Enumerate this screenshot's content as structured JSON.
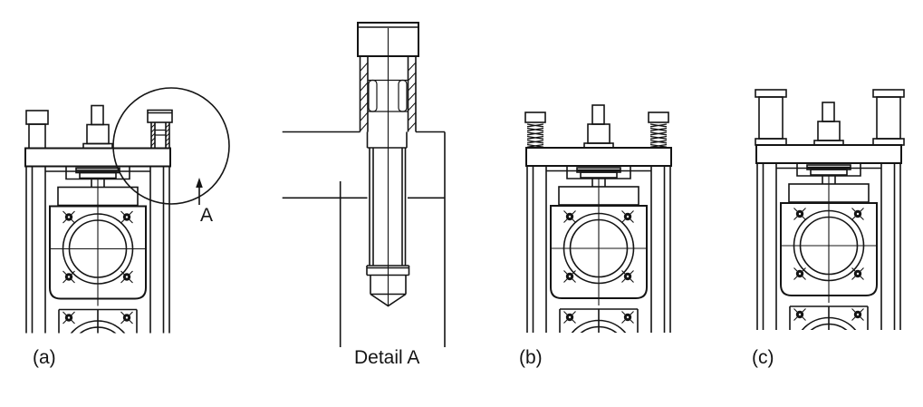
{
  "panels": {
    "a": {
      "label": "(a)"
    },
    "b": {
      "label": "(b)"
    },
    "c": {
      "label": "(c)"
    }
  },
  "detail": {
    "label": "Detail A"
  },
  "callout": {
    "label": "A"
  },
  "colors": {
    "line": "#141414",
    "background": "#ffffff"
  }
}
